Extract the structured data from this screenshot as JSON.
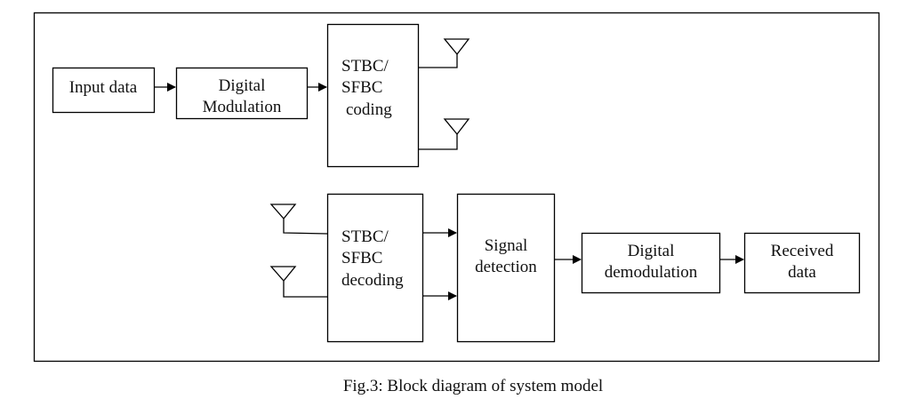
{
  "diagram": {
    "title": "Block diagram of system model",
    "caption": "Fig.3: Block diagram of system model",
    "transmitter": {
      "blocks": [
        {
          "id": "input-data",
          "lines": [
            "Input data"
          ]
        },
        {
          "id": "digital-modulation",
          "lines": [
            "Digital",
            "Modulation"
          ]
        },
        {
          "id": "stbc-coding",
          "lines": [
            "STBC/",
            "SFBC",
            "coding"
          ]
        }
      ],
      "antennas": 2
    },
    "receiver": {
      "antennas": 2,
      "blocks": [
        {
          "id": "stbc-decoding",
          "lines": [
            "STBC/",
            "SFBC",
            "decoding"
          ]
        },
        {
          "id": "signal-detection",
          "lines": [
            "Signal",
            "detection"
          ]
        },
        {
          "id": "digital-demodulation",
          "lines": [
            "Digital",
            "demodulation"
          ]
        },
        {
          "id": "received-data",
          "lines": [
            "Received",
            "data"
          ]
        }
      ]
    },
    "connections": [
      {
        "from": "input-data",
        "to": "digital-modulation"
      },
      {
        "from": "digital-modulation",
        "to": "stbc-coding"
      },
      {
        "from": "stbc-coding",
        "to": "tx-antenna-1"
      },
      {
        "from": "stbc-coding",
        "to": "tx-antenna-2"
      },
      {
        "from": "rx-antenna-1",
        "to": "stbc-decoding"
      },
      {
        "from": "rx-antenna-2",
        "to": "stbc-decoding"
      },
      {
        "from": "stbc-decoding",
        "to": "signal-detection"
      },
      {
        "from": "stbc-decoding",
        "to": "signal-detection"
      },
      {
        "from": "signal-detection",
        "to": "digital-demodulation"
      },
      {
        "from": "digital-demodulation",
        "to": "received-data"
      }
    ]
  }
}
